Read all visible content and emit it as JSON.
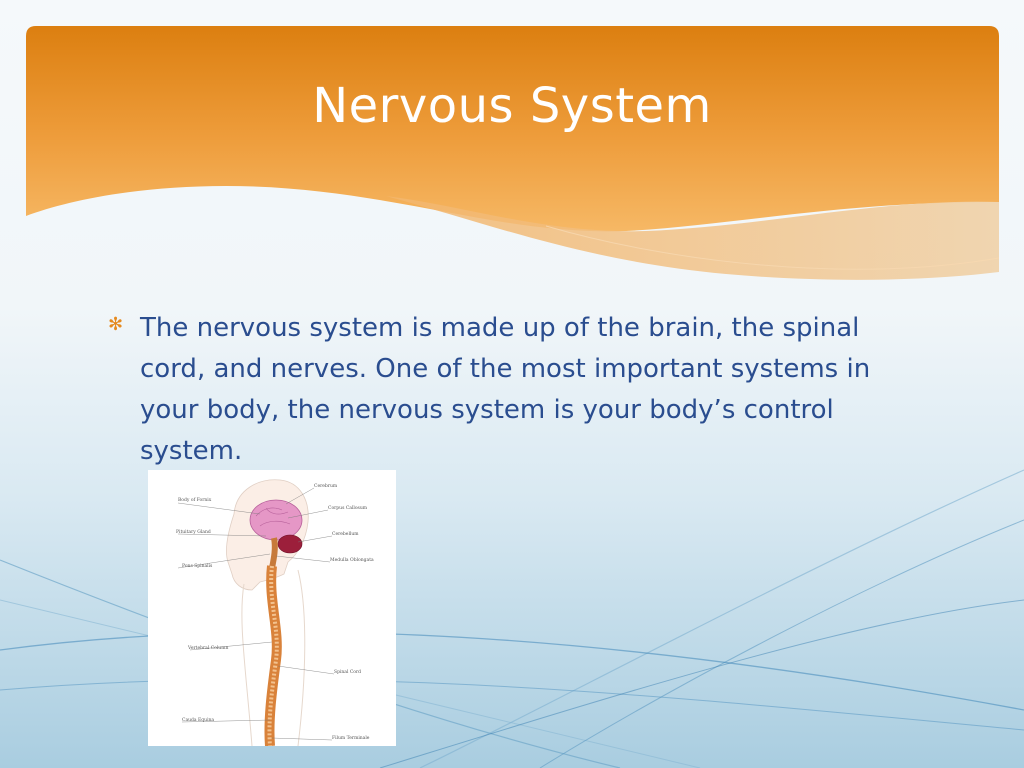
{
  "slide": {
    "title": "Nervous System",
    "bullet": "The nervous system is made up of the brain, the spinal cord, and nerves. One of the most important systems in your body, the nervous system is your body’s control system.",
    "bullet_icon": "asterisk-icon"
  },
  "diagram": {
    "labels": {
      "left": [
        "Body of Fornix",
        "Pituitary Gland",
        "Pons Spinalis",
        "Vertebral Column",
        "Cauda Equina"
      ],
      "right": [
        "Cerebrum",
        "Corpus Callosum",
        "Cerebellum",
        "Medulla Oblongata",
        "Spinal Cord",
        "Filum Terminale"
      ]
    }
  },
  "colors": {
    "header_orange": "#dc7f10",
    "header_light": "#f5b15a",
    "title_text": "#ffffff",
    "body_text": "#2a4d8f",
    "bullet_marker": "#e58a1f"
  }
}
